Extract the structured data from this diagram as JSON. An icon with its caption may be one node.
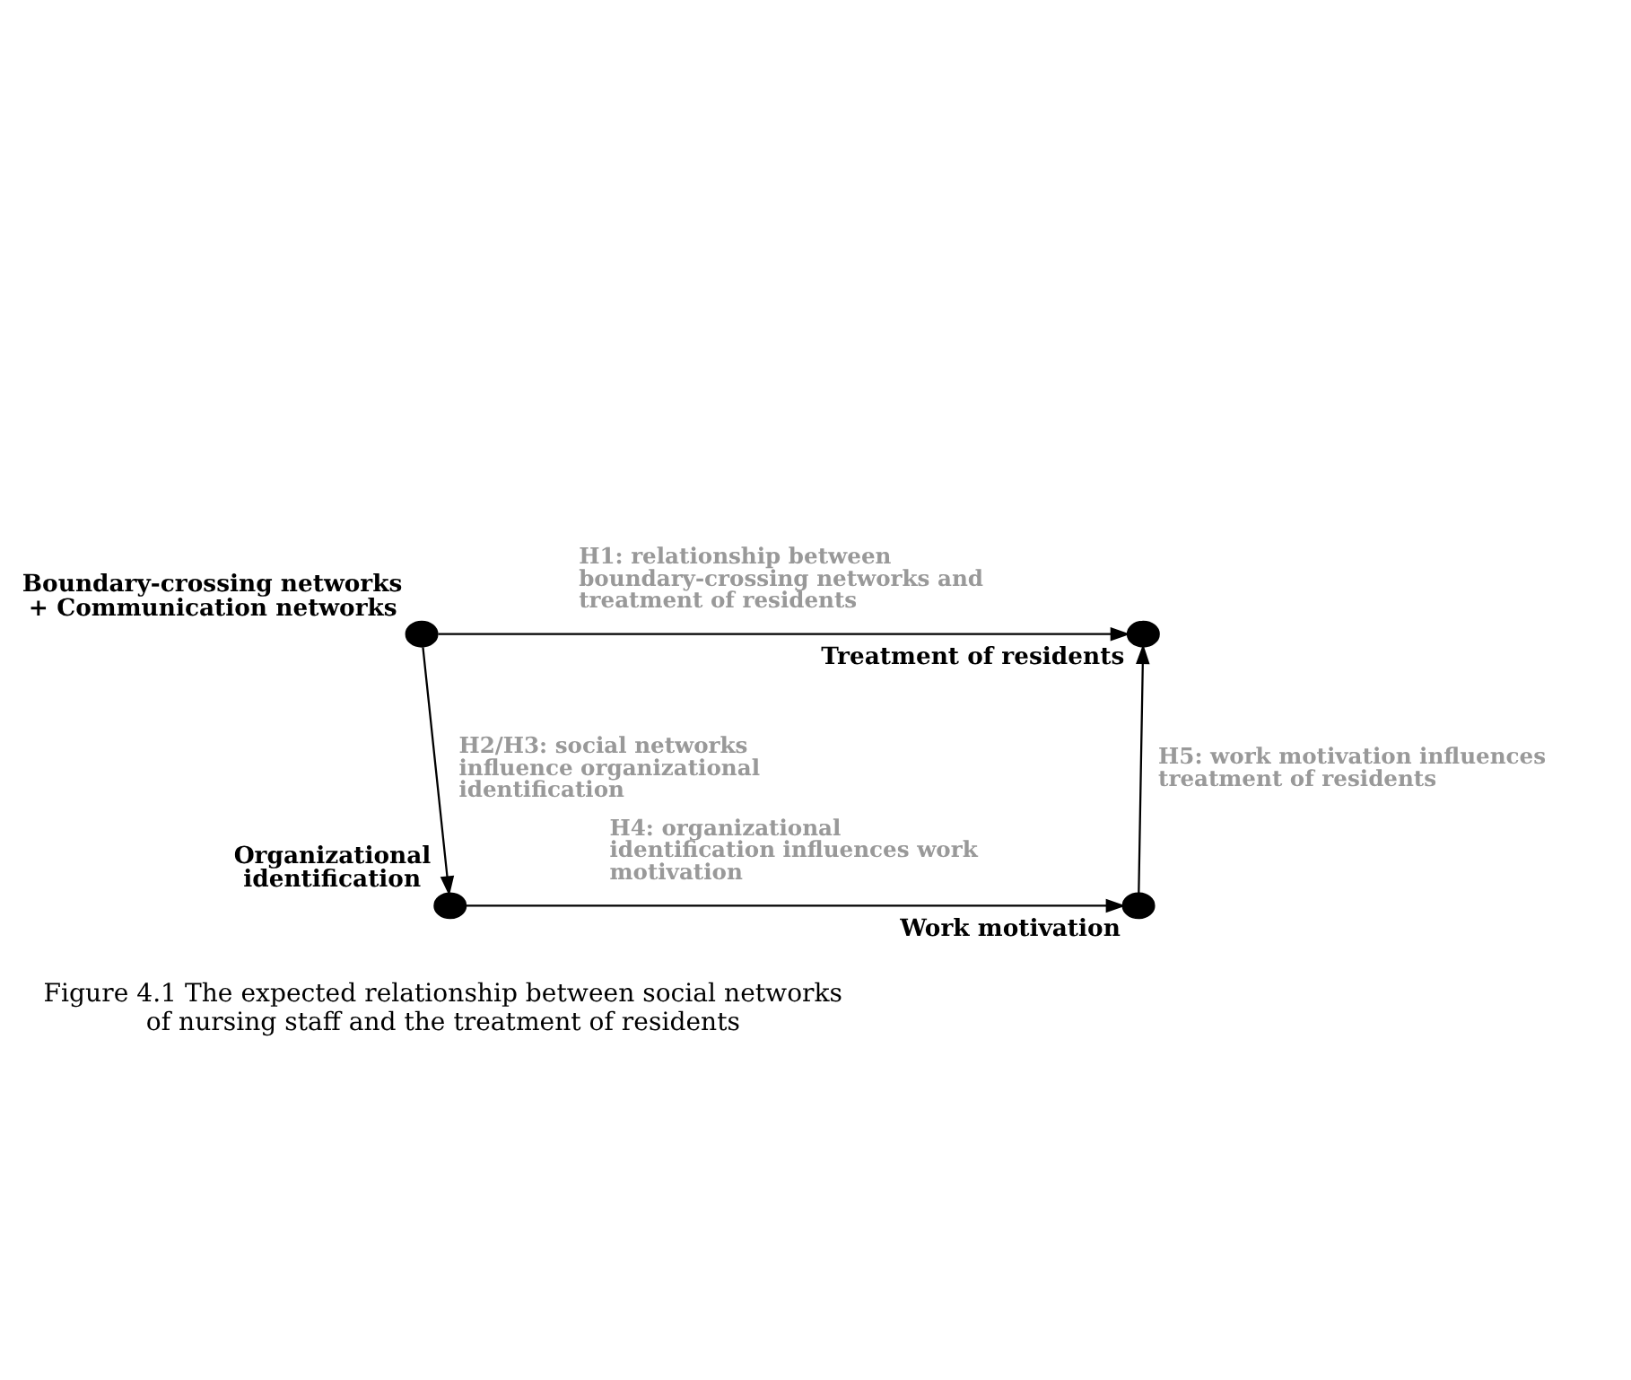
{
  "diagram": {
    "caption": "Figure 4.1 The expected relationship between social networks of nursing staff and the treatment of residents",
    "nodes": [
      {
        "text": [],
        "shape": "circle",
        "beside": [
          "Boundary-crossing networks + Communication networks"
        ]
      },
      {
        "text": [],
        "shape": "circle",
        "beside": [
          "Organizational identification"
        ]
      },
      {
        "text": [],
        "shape": "circle",
        "beside": [
          "Work motivation"
        ]
      },
      {
        "text": [],
        "shape": "circle",
        "beside": [
          "Treatment of residents"
        ]
      }
    ],
    "edges": [
      {
        "from": 0,
        "to": 3,
        "arrow": "to",
        "label": "H1: relationship between boundary-crossing networks and treatment of residents"
      },
      {
        "from": 0,
        "to": 1,
        "arrow": "to",
        "label": "H2/H3: social networks influence organizational identification"
      },
      {
        "from": 1,
        "to": 2,
        "arrow": "to",
        "label": "H4: organizational identification influences work motivation"
      },
      {
        "from": 2,
        "to": 3,
        "arrow": "to",
        "label": "H5: work motivation influences treatment of residents"
      }
    ]
  }
}
